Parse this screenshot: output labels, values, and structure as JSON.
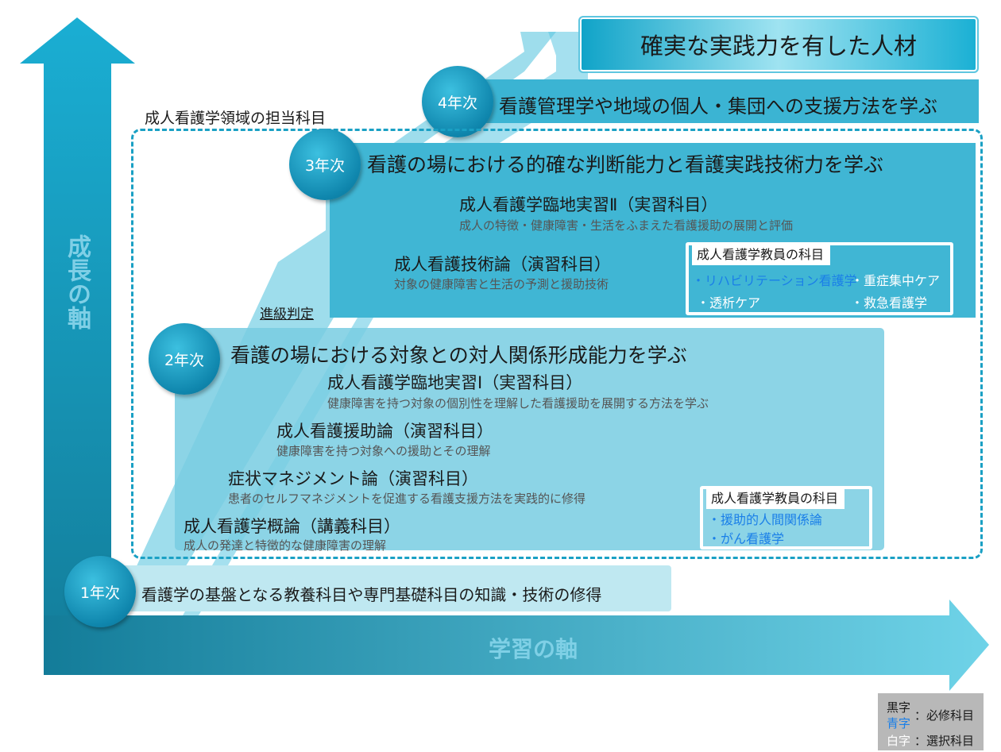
{
  "title": "確実な実践力を有した人材",
  "axes": {
    "vertical": "成長の軸",
    "horizontal": "学習の軸"
  },
  "domain_label": "成人看護学領域の担当科目",
  "promotion": "進級判定",
  "colors": {
    "accent": "#17a5c8",
    "dark_teal": "#167e9a",
    "required": "#1a1a1a",
    "elective_blue": "#1a7fe8",
    "elective_white": "#ffffff"
  },
  "year4": {
    "badge": "4年次",
    "heading": "看護管理学や地域の個人・集団への支援方法を学ぶ"
  },
  "year3": {
    "badge": "3年次",
    "heading": "看護の場における的確な判断能力と看護実践技術力を学ぶ",
    "subjects": [
      {
        "title": "成人看護学臨地実習Ⅱ（実習科目）",
        "desc": "成人の特徴・健康障害・生活をふまえた看護援助の展開と評価"
      },
      {
        "title": "成人看護技術論（演習科目）",
        "desc": "対象の健康障害と生活の予測と援助技術"
      }
    ],
    "faculty": {
      "label": "成人看護学教員の科目",
      "items": [
        "・リハビリテーション看護学",
        "・重症集中ケア",
        "・透析ケア",
        "・救急看護学"
      ]
    }
  },
  "year2": {
    "badge": "2年次",
    "heading": "看護の場における対象との対人関係形成能力を学ぶ",
    "subjects": [
      {
        "title": "成人看護学臨地実習Ⅰ（実習科目）",
        "desc": "健康障害を持つ対象の個別性を理解した看護援助を展開する方法を学ぶ"
      },
      {
        "title": "成人看護援助論（演習科目）",
        "desc": "健康障害を持つ対象への援助とその理解"
      },
      {
        "title": "症状マネジメント論（演習科目）",
        "desc": "患者のセルフマネジメントを促進する看護支援方法を実践的に修得"
      },
      {
        "title": "成人看護学概論（講義科目）",
        "desc": "成人の発達と特徴的な健康障害の理解"
      }
    ],
    "faculty": {
      "label": "成人看護学教員の科目",
      "items": [
        "・援助的人間関係論",
        "・がん看護学"
      ]
    }
  },
  "year1": {
    "badge": "1年次",
    "heading": "看護学の基盤となる教養科目や専門基礎科目の知識・技術の修得"
  },
  "legend": {
    "black": "黒字",
    "blue": "青字",
    "white": "白字",
    "required": "：必修科目",
    "elective": "：選択科目"
  }
}
